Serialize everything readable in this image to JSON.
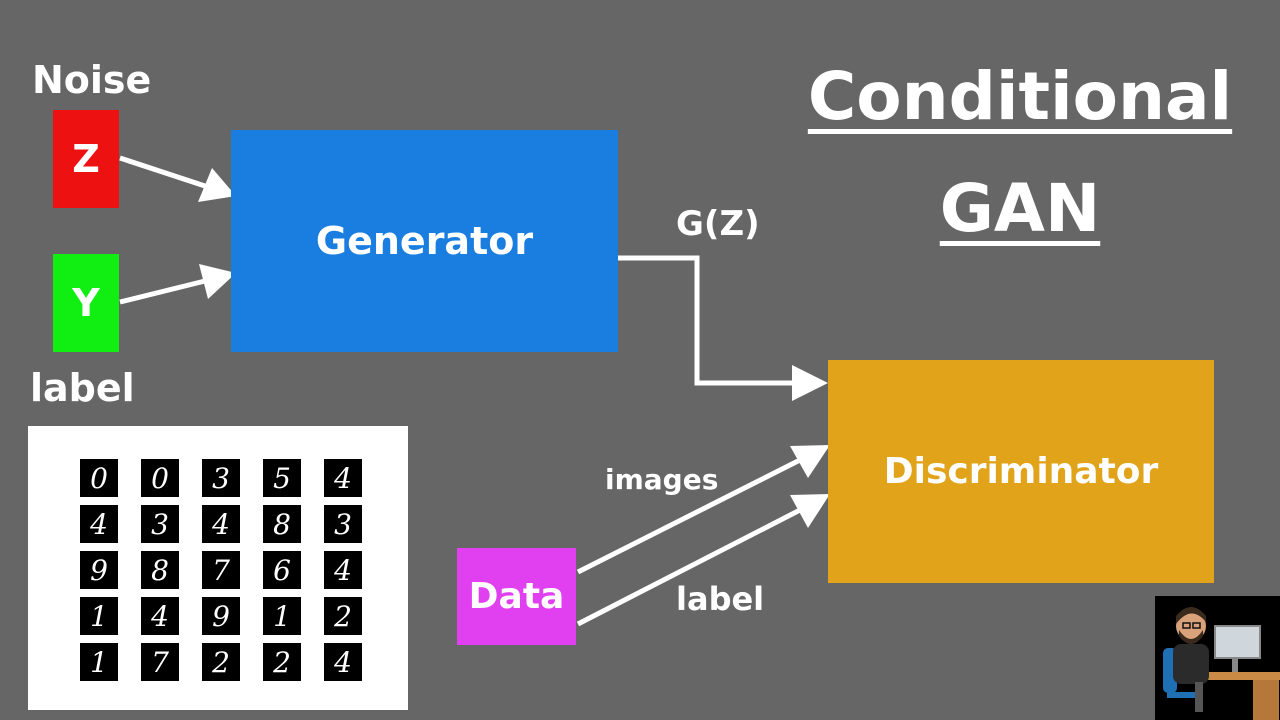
{
  "title": {
    "line1": "Conditional",
    "line2": "GAN"
  },
  "inputs": {
    "noise_label": "Noise",
    "z_symbol": "Z",
    "y_symbol": "Y",
    "label_label": "label"
  },
  "blocks": {
    "generator": "Generator",
    "discriminator": "Discriminator",
    "data": "Data"
  },
  "edges": {
    "generator_output": "G(Z)",
    "images": "images",
    "label": "label"
  },
  "samples": [
    [
      "0",
      "0",
      "3",
      "5",
      "4"
    ],
    [
      "4",
      "3",
      "4",
      "8",
      "3"
    ],
    [
      "9",
      "8",
      "7",
      "6",
      "4"
    ],
    [
      "1",
      "4",
      "9",
      "1",
      "2"
    ],
    [
      "1",
      "7",
      "2",
      "2",
      "4"
    ]
  ],
  "colors": {
    "background": "#666666",
    "z": "#ee1111",
    "y": "#11ee11",
    "generator": "#1a7ee0",
    "discriminator": "#e0a31a",
    "data": "#e040f0"
  }
}
